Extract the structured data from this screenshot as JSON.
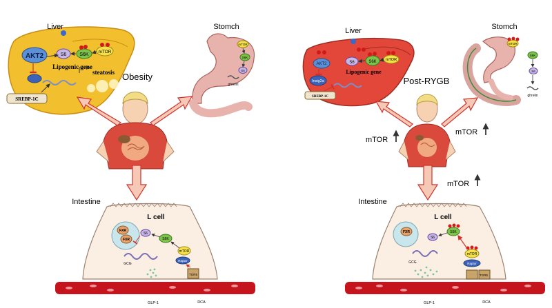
{
  "panels": {
    "left": {
      "condition": "Obesity",
      "liver": {
        "title": "Liver",
        "akt": "AKT2",
        "s6": "S6",
        "s6k": "S6K",
        "mtor": "mTOR",
        "lipogenic_gene": "Lipogenic gene",
        "steatosis": "steatosis",
        "srebp": "SREBP-1C"
      },
      "stomach": {
        "title": "Stomch",
        "mtor": "mTOR",
        "s6k": "S6K",
        "s6": "S6",
        "ghrelin": "ghrelin"
      },
      "intestine": {
        "title": "Intestine",
        "cell": "L cell",
        "fxr_outer": "FXR",
        "fxr_inner": "FXR",
        "s6": "S6",
        "s6k": "S6K",
        "mtor": "mTOR",
        "raptor": "Raptor",
        "gcg": "GCG",
        "glp1": "GLP-1",
        "dca": "DCA",
        "tgr5": "TGR5"
      }
    },
    "right": {
      "condition": "Post-RYGB",
      "mtor_left": "mTOR",
      "mtor_right": "mTOR",
      "mtor_bottom": "mTOR",
      "liver": {
        "title": "Liver",
        "akt": "AKT2",
        "s6": "S6",
        "s6k": "S6K",
        "mtor": "mTOR",
        "insig": "Insig2a",
        "lipogenic_gene": "Lipogenic gene",
        "srebp": "SREBP-1C"
      },
      "stomach": {
        "title": "Stomch",
        "mtor": "mTOR",
        "s6k": "S6K",
        "s6": "S6",
        "ghrelin": "ghrelin"
      },
      "intestine": {
        "title": "Intestine",
        "cell": "L cell",
        "fxr": "FXR",
        "s6": "S6",
        "s6k": "S6K",
        "mtor": "mTOR",
        "raptor": "Raptor",
        "gcg": "GCG",
        "glp1": "GLP-1",
        "dca": "DCA",
        "tgr5": "TGR5"
      }
    }
  },
  "colors": {
    "liver_obese": "#f2bf2e",
    "liver_lean": "#e2473a",
    "vessel": "#c5141c",
    "arrow_fill": "#f6c9b6",
    "arrow_stroke": "#d0322b",
    "cell_fill": "#fbeee2"
  }
}
